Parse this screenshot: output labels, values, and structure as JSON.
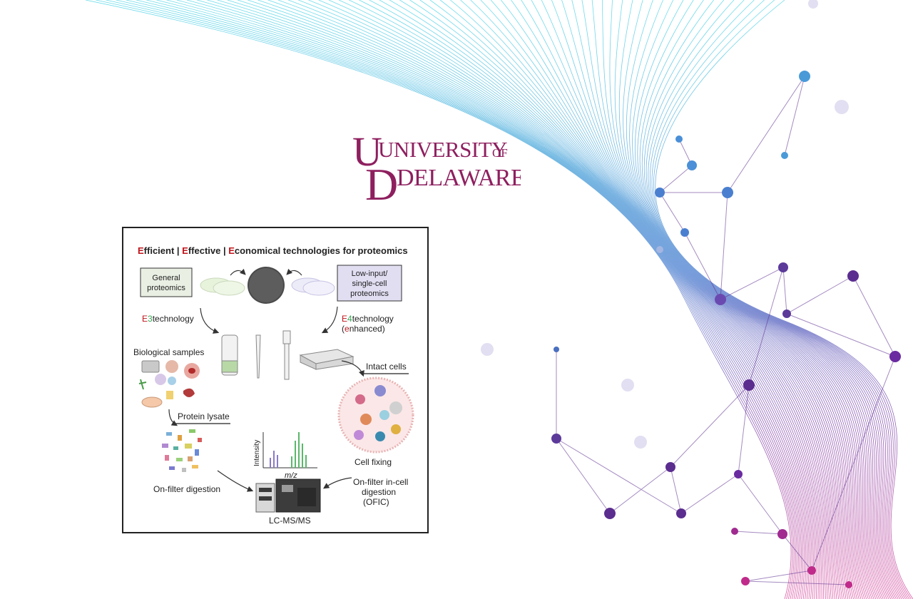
{
  "logo": {
    "text_line1": "UNIVERSITY",
    "text_of": "OF",
    "text_line2": "DELAWARE",
    "monogram": "UD",
    "color": "#8e1f5f"
  },
  "figure": {
    "title_e1": "E",
    "title_w1": "fficient | ",
    "title_e2": "E",
    "title_w2": "ffective | ",
    "title_e3": "E",
    "title_w3": "conomical technologies for proteomics",
    "general_box_line1": "General",
    "general_box_line2": "proteomics",
    "lowinput_box_line1": "Low-input/",
    "lowinput_box_line2": "single-cell",
    "lowinput_box_line3": "proteomics",
    "e3_e": "E",
    "e3_num": "3",
    "e3_rest": "technology",
    "e4_e": "E",
    "e4_num": "4",
    "e4_rest": "technology",
    "e4_line2_open": "(",
    "e4_line2_e": "e",
    "e4_line2_rest": "nhanced)",
    "biological_samples": "Biological samples",
    "intact_cells": "Intact cells",
    "protein_lysate": "Protein lysate",
    "intensity": "Intensity",
    "mz": "m/z",
    "cell_fixing": "Cell fixing",
    "on_filter_digestion": "On-filter digestion",
    "ofic_line1": "On-filter in-cell",
    "ofic_line2": "digestion",
    "ofic_line3": "(OFIC)",
    "lcms": "LC-MS/MS"
  },
  "colors": {
    "accent_red": "#c0141b",
    "accent_green": "#3aa655",
    "wave_cyan": "#3fd3e6",
    "wave_purple": "#6a2aa0",
    "wave_magenta": "#d02a8a",
    "lowinput_box_fill": "#e2def2",
    "general_box_fill": "#e9efe3"
  }
}
